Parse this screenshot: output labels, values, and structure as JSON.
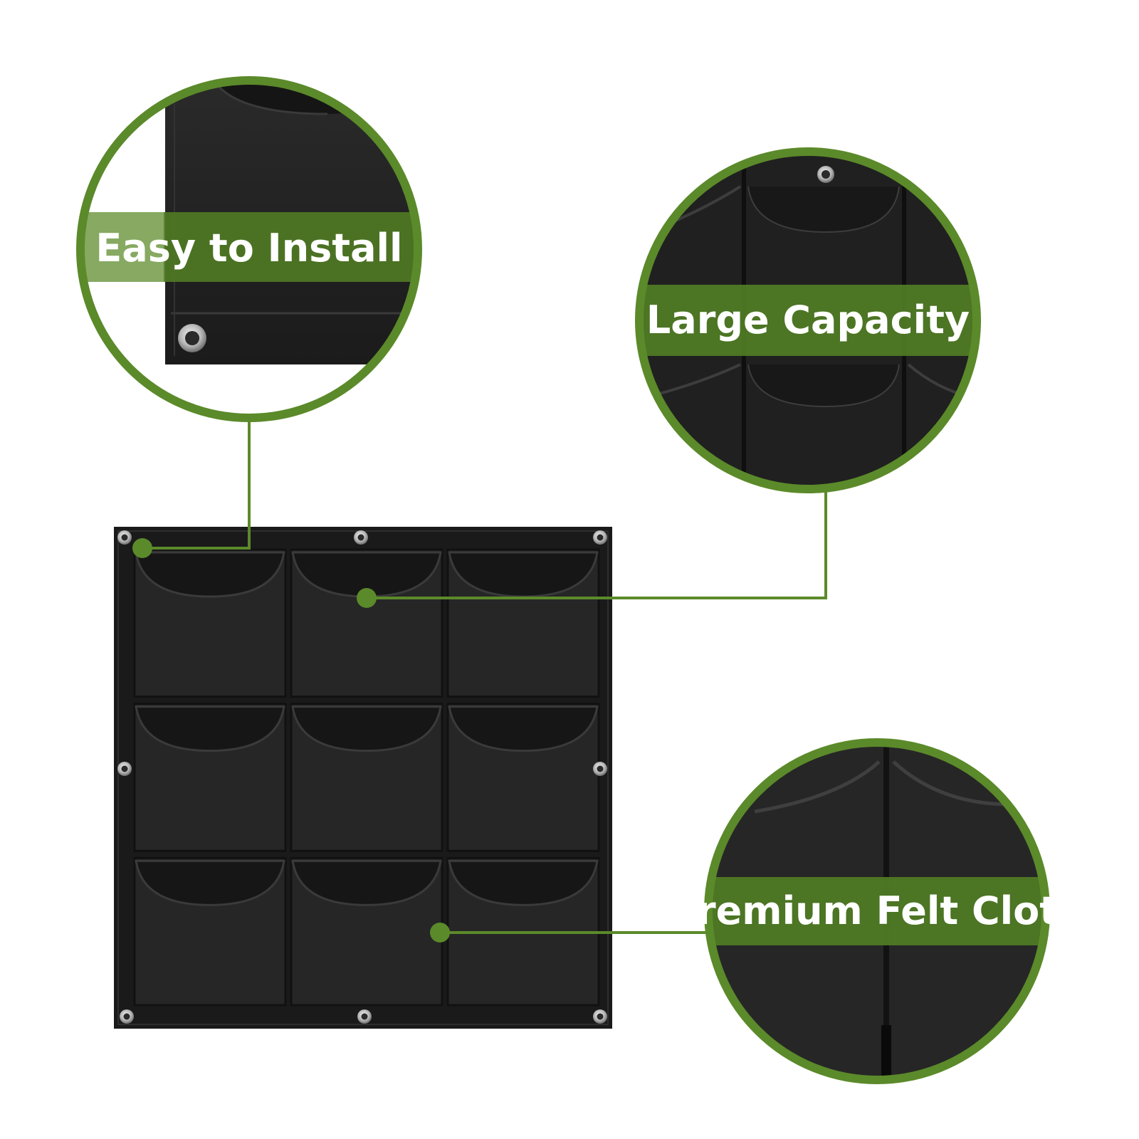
{
  "callouts": [
    {
      "id": "install",
      "label": "Easy to Install"
    },
    {
      "id": "capacity",
      "label": "Large Capacity"
    },
    {
      "id": "felt",
      "label": "Premium Felt Cloth"
    }
  ],
  "product": {
    "pockets_rows": 3,
    "pockets_cols": 3,
    "grommets": 8
  },
  "colors": {
    "accent_green": "#5b8a2a",
    "band_green": "#4f7a24",
    "felt_black": "#1f1f1f",
    "felt_dark": "#2b2b2b",
    "background": "#ffffff"
  }
}
